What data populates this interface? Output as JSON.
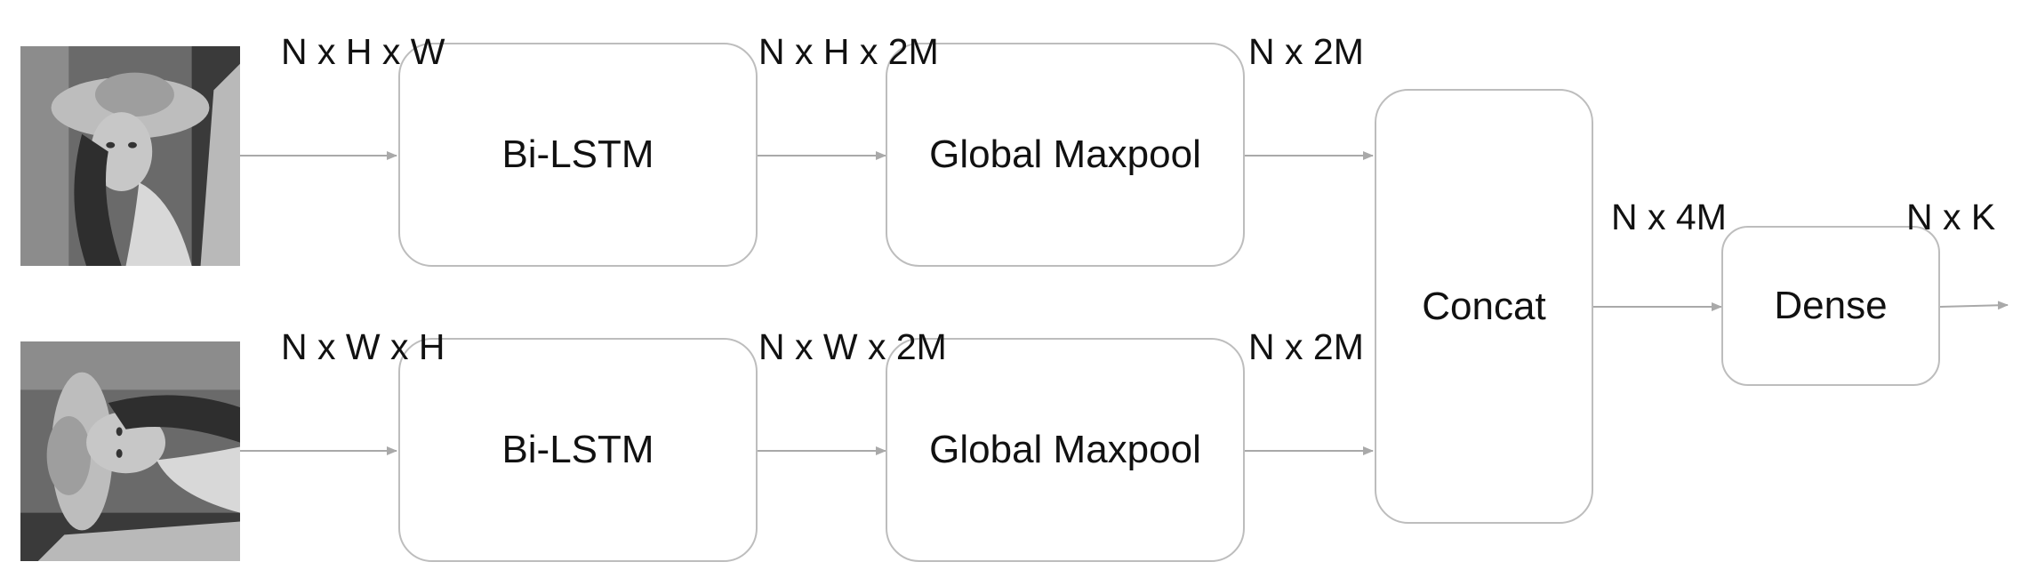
{
  "diagram": {
    "top_path": {
      "input_image_icon": "portrait-photo-icon",
      "input_dim": "N x H x W",
      "bilstm_label": "Bi-LSTM",
      "bilstm_dim": "N x H x 2M",
      "maxpool_label": "Global Maxpool",
      "maxpool_dim": "N x 2M"
    },
    "bottom_path": {
      "input_image_icon": "rotated-portrait-photo-icon",
      "input_dim": "N x W x H",
      "bilstm_label": "Bi-LSTM",
      "bilstm_dim": "N x W x 2M",
      "maxpool_label": "Global Maxpool",
      "maxpool_dim": "N x 2M"
    },
    "concat_label": "Concat",
    "concat_dim": "N x 4M",
    "dense_label": "Dense",
    "output_dim": "N x K",
    "colors": {
      "box_border": "#bdbdbd",
      "arrow": "#a9a9a9",
      "text": "#111111"
    }
  }
}
